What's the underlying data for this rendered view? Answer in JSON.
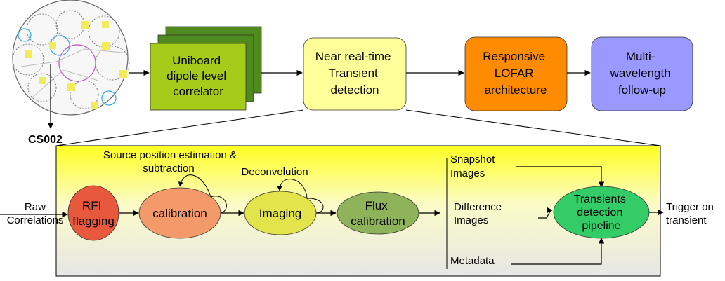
{
  "top": {
    "station_label": "CS002",
    "correlator": [
      "Uniboard",
      "dipole level",
      "correlator"
    ],
    "transient": [
      "Near real-time",
      "Transient",
      "detection"
    ],
    "responsive": [
      "Responsive",
      "LOFAR",
      "architecture"
    ],
    "followup": [
      "Multi-",
      "wavelength",
      "follow-up"
    ]
  },
  "pipeline": {
    "raw": [
      "Raw",
      "Correlations"
    ],
    "rfi": [
      "RFI",
      "flagging"
    ],
    "calibration": "calibration",
    "source_pos": [
      "Source position estimation &",
      "subtraction"
    ],
    "deconvolution": "Deconvolution",
    "imaging": "Imaging",
    "flux": [
      "Flux",
      "calibration"
    ],
    "snapshot": [
      "Snapshot",
      "Images"
    ],
    "difference": [
      "Difference",
      "Images"
    ],
    "metadata": "Metadata",
    "tdp": [
      "Transients",
      "detection",
      "pipeline"
    ],
    "trigger": [
      "Trigger on",
      "transient"
    ]
  },
  "colors": {
    "correlator": "#a6cc1a",
    "correlator_back": "#4f8a1e",
    "transient": "#ffff99",
    "responsive": "#ff8c00",
    "followup": "#9999ff",
    "rfi": "#e8583d",
    "calibration": "#f4996a",
    "imaging": "#e3e34b",
    "flux": "#8fb35a",
    "tdp": "#33cc66"
  }
}
